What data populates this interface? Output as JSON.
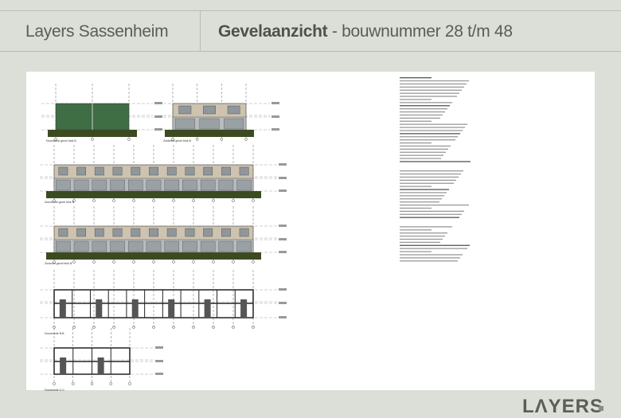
{
  "header": {
    "project": "Layers Sassenheim",
    "title_bold": "Gevelaanzicht",
    "title_rest": " - bouwnummer 28 t/m 48"
  },
  "drawing": {
    "facade_color": "#cdc3b0",
    "green_facade_color": "#3f6e45",
    "ground_color": "#3c4a22",
    "views": [
      {
        "label": "Noordwest gevel blok B",
        "type": "green",
        "bays": 2
      },
      {
        "label": "Zuidwest gevel blok B",
        "type": "facade",
        "bays": 3
      },
      {
        "label": "Noordoost gevel blok B",
        "type": "facade",
        "bays": 11
      },
      {
        "label": "Zuidoost gevel blok B",
        "type": "facade",
        "bays": 11
      },
      {
        "label": "Doorsnede B-B",
        "type": "section",
        "bays": 11
      },
      {
        "label": "Doorsnede C-C",
        "type": "section",
        "bays": 4
      }
    ]
  },
  "logo": {
    "text": "LAYERS"
  }
}
